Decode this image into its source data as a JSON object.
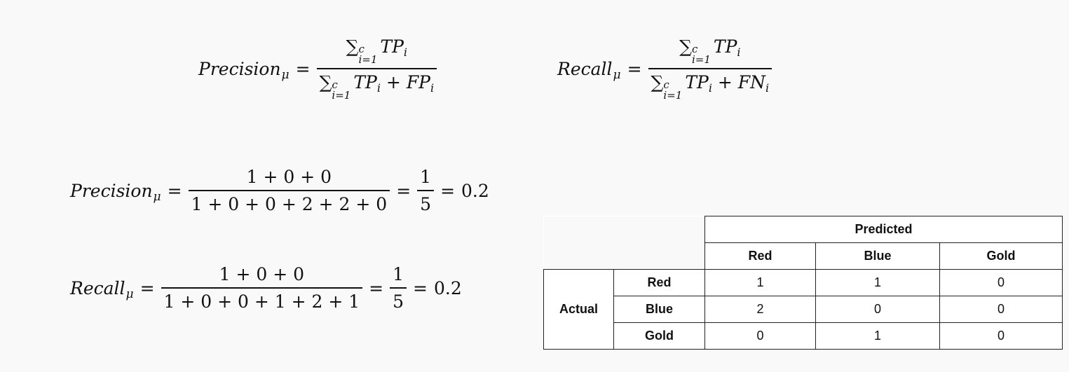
{
  "formulas": {
    "precision_def": {
      "lhs": "Precision",
      "lhs_sub": "μ",
      "sum": "∑",
      "sum_top": "c",
      "sum_bottom": "i=1",
      "num_term": "TP",
      "num_term_sub": "i",
      "den_term1": "TP",
      "den_term1_sub": "i",
      "den_term2": "FP",
      "den_term2_sub": "i"
    },
    "recall_def": {
      "lhs": "Recall",
      "lhs_sub": "μ",
      "sum": "∑",
      "sum_top": "c",
      "sum_bottom": "i=1",
      "num_term": "TP",
      "num_term_sub": "i",
      "den_term1": "TP",
      "den_term1_sub": "i",
      "den_term2": "FN",
      "den_term2_sub": "i"
    },
    "precision_calc": {
      "lhs": "Precision",
      "lhs_sub": "μ",
      "numerator": "1 + 0 + 0",
      "denominator": "1 + 0 + 0 + 2 + 2 + 0",
      "simple_num": "1",
      "simple_den": "5",
      "result": "0.2"
    },
    "recall_calc": {
      "lhs": "Recall",
      "lhs_sub": "μ",
      "numerator": "1 + 0 + 0",
      "denominator": "1 + 0 + 0 + 1 + 2 + 1",
      "simple_num": "1",
      "simple_den": "5",
      "result": "0.2"
    }
  },
  "confusion_matrix": {
    "predicted_label": "Predicted",
    "actual_label": "Actual",
    "columns": [
      "Red",
      "Blue",
      "Gold"
    ],
    "rows": [
      {
        "label": "Red",
        "values": [
          "1",
          "1",
          "0"
        ]
      },
      {
        "label": "Blue",
        "values": [
          "2",
          "0",
          "0"
        ]
      },
      {
        "label": "Gold",
        "values": [
          "0",
          "1",
          "0"
        ]
      }
    ]
  }
}
